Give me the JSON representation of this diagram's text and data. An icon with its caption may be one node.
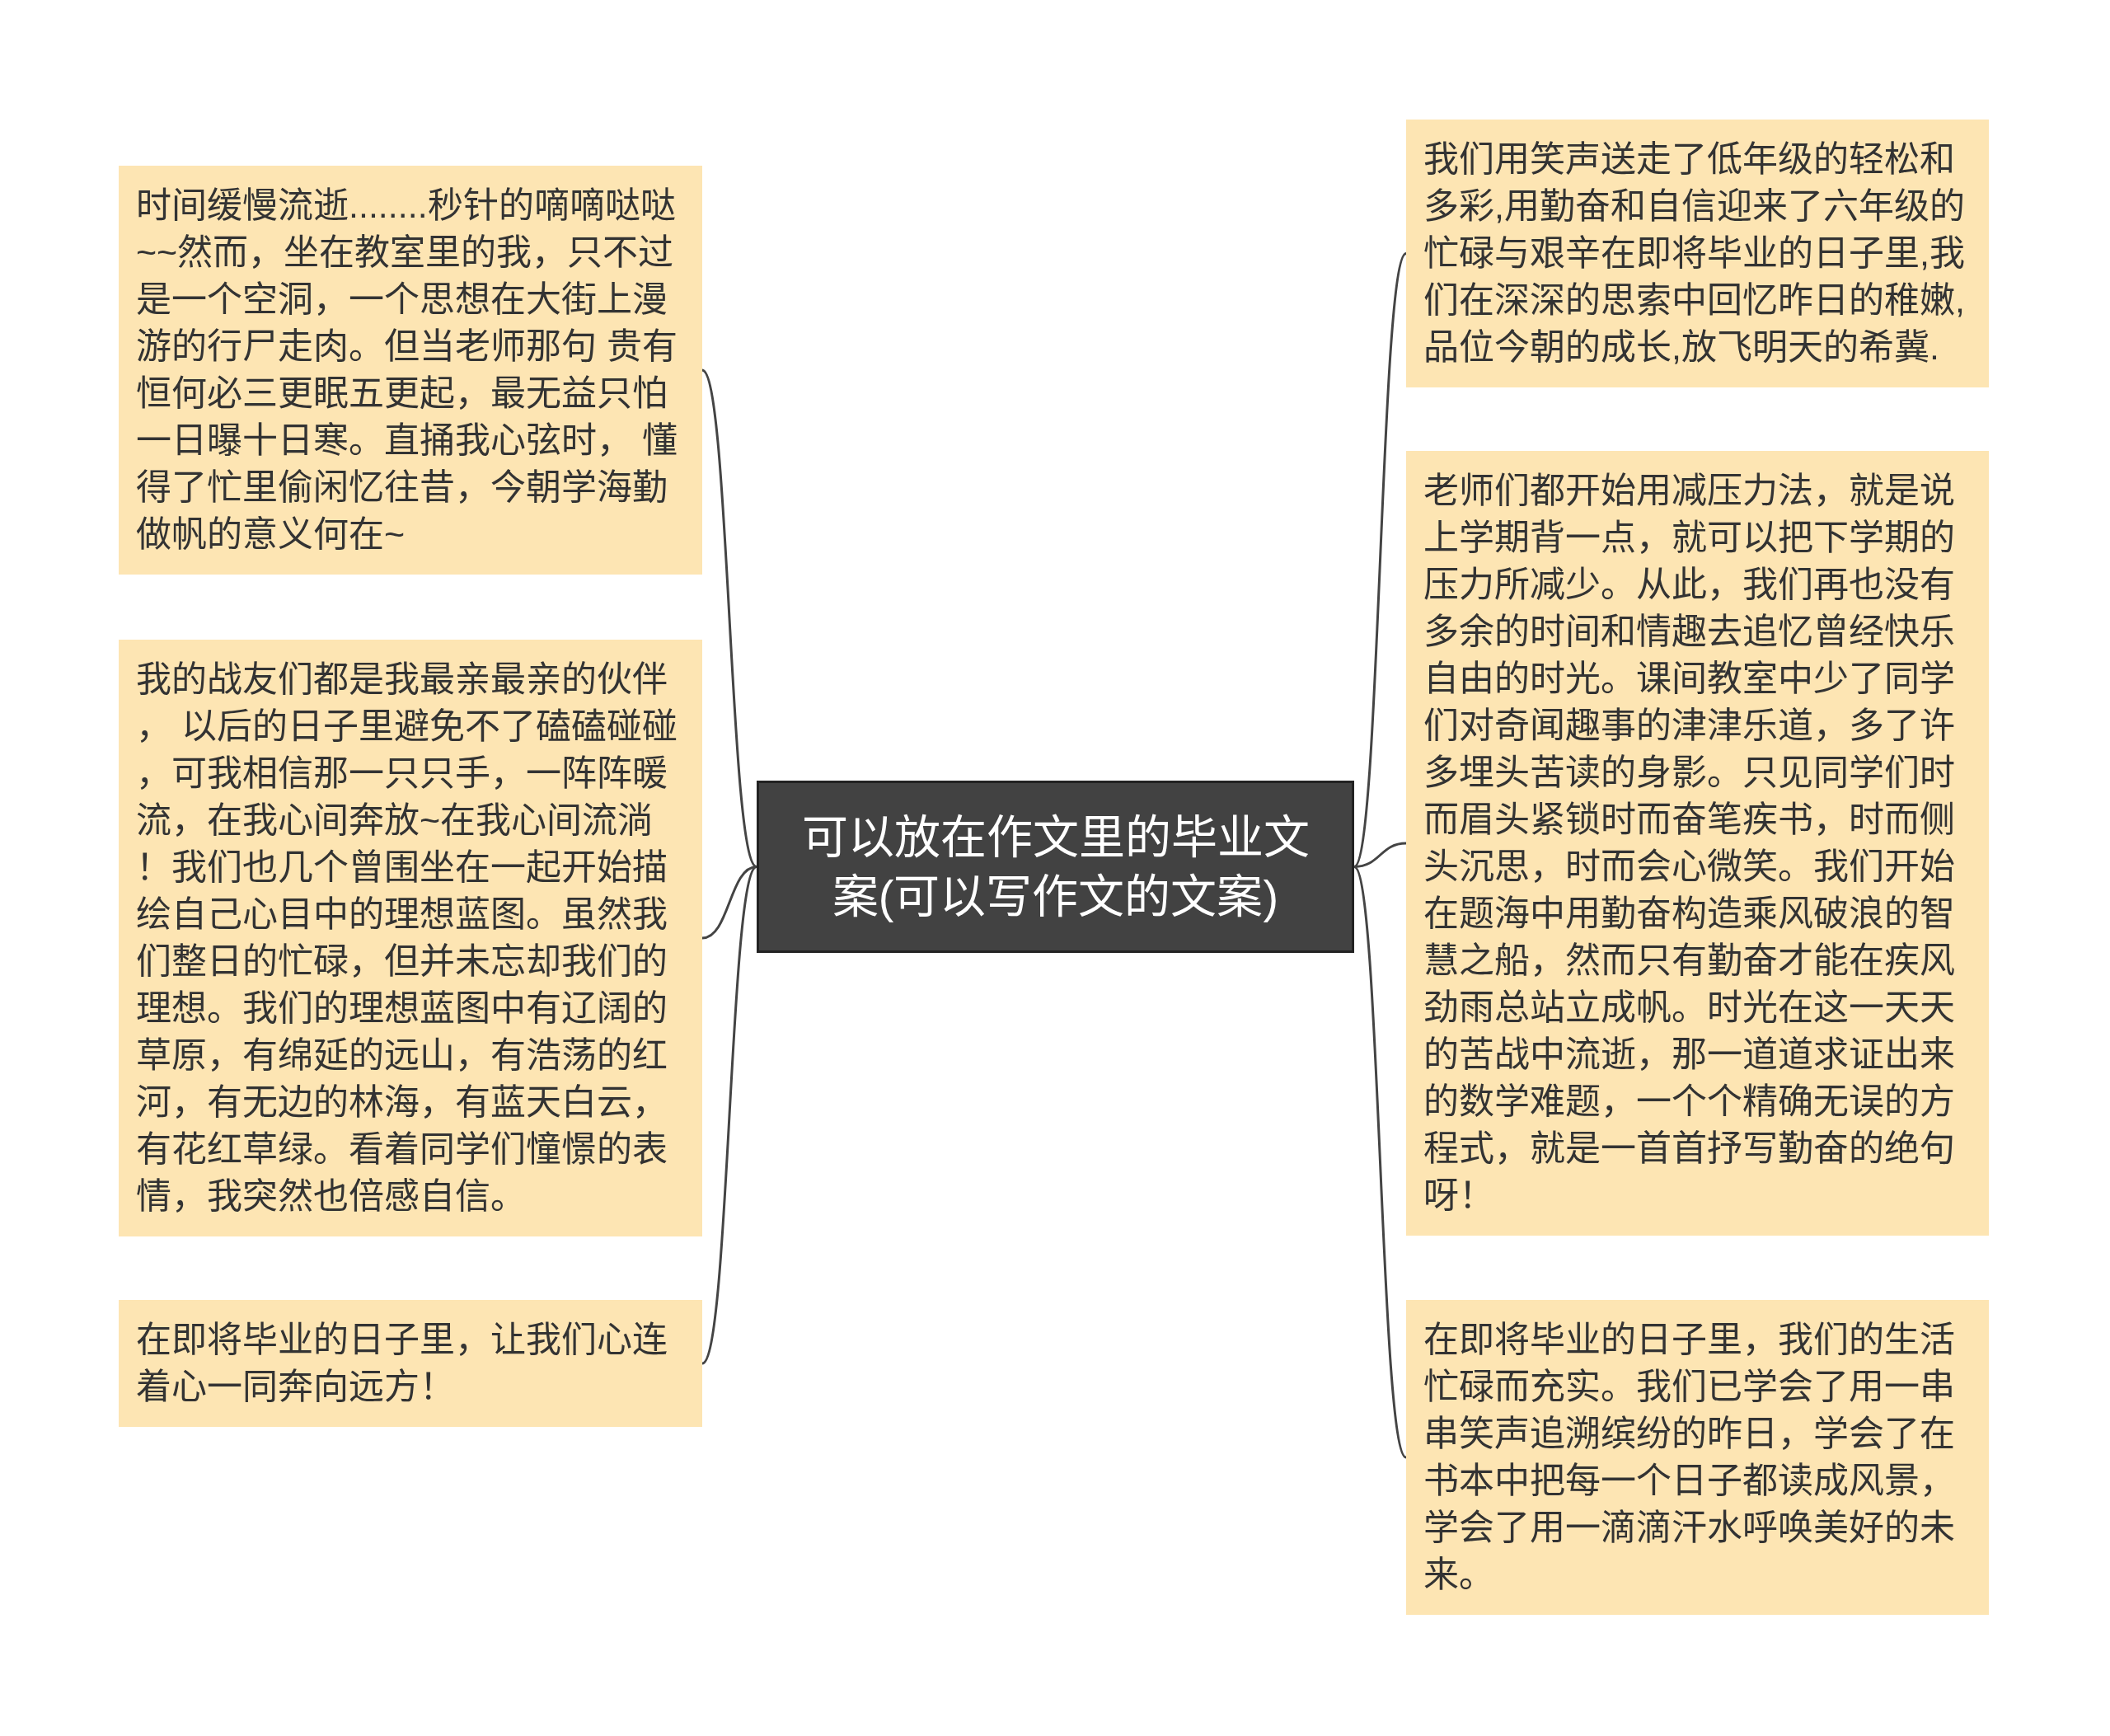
{
  "diagram": {
    "nodes": [
      {
        "text": [
          "可以放在作文里的毕业文案(可以写作文的文案)"
        ]
      },
      {
        "text": [
          "时间缓慢流逝........秒针的嘀嘀哒哒~~然而，坐在教室里的我，只不过是一个空洞，一个思想在大街上漫游的行尸走肉。但当老师那句 贵有恒何必三更眠五更起，最无益只怕一日曝十日寒。直捅我心弦时， 懂得了忙里偷闲忆往昔，今朝学海勤做帆的意义何在~"
        ]
      },
      {
        "text": [
          "我的战友们都是我最亲最亲的伙伴， 以后的日子里避免不了磕磕碰碰，可我相信那一只只手，一阵阵暖流，在我心间奔放~在我心间流淌！我们也几个曾围坐在一起开始描绘自己心目中的理想蓝图。虽然我们整日的忙碌，但并未忘却我们的理想。我们的理想蓝图中有辽阔的草原，有绵延的远山，有浩荡的红河，有无边的林海，有蓝天白云，有花红草绿。看着同学们憧憬的表情，我突然也倍感自信。"
        ]
      },
      {
        "text": [
          "在即将毕业的日子里，让我们心连着心一同奔向远方！"
        ]
      },
      {
        "text": [
          "我们用笑声送走了低年级的轻松和多彩,用勤奋和自信迎来了六年级的忙碌与艰辛在即将毕业的日子里,我们在深深的思索中回忆昨日的稚嫩,品位今朝的成长,放飞明天的希冀."
        ]
      },
      {
        "text": [
          "老师们都开始用减压力法，就是说上学期背一点，就可以把下学期的压力所减少。从此，我们再也没有多余的时间和情趣去追忆曾经快乐自由的时光。课间教室中少了同学们对奇闻趣事的津津乐道，多了许多埋头苦读的身影。只见同学们时而眉头紧锁时而奋笔疾书，时而侧头沉思，时而会心微笑。我们开始在题海中用勤奋构造乘风破浪的智慧之船，然而只有勤奋才能在疾风劲雨总站立成帆。时光在这一天天的苦战中流逝，那一道道求证出来的数学难题，一个个精确无误的方程式，就是一首首抒写勤奋的绝句呀！"
        ]
      },
      {
        "text": [
          "在即将毕业的日子里，我们的生活忙碌而充实。我们已学会了用一串串笑声追溯缤纷的昨日，学会了在书本中把每一个日子都读成风景，学会了用一滴滴汗水呼唤美好的未来。"
        ]
      }
    ],
    "edges": [
      {
        "from": 0,
        "to": 1,
        "arrow": "none"
      },
      {
        "from": 0,
        "to": 2,
        "arrow": "none"
      },
      {
        "from": 0,
        "to": 3,
        "arrow": "none"
      },
      {
        "from": 0,
        "to": 4,
        "arrow": "none"
      },
      {
        "from": 0,
        "to": 5,
        "arrow": "none"
      },
      {
        "from": 0,
        "to": 6,
        "arrow": "none"
      }
    ]
  }
}
